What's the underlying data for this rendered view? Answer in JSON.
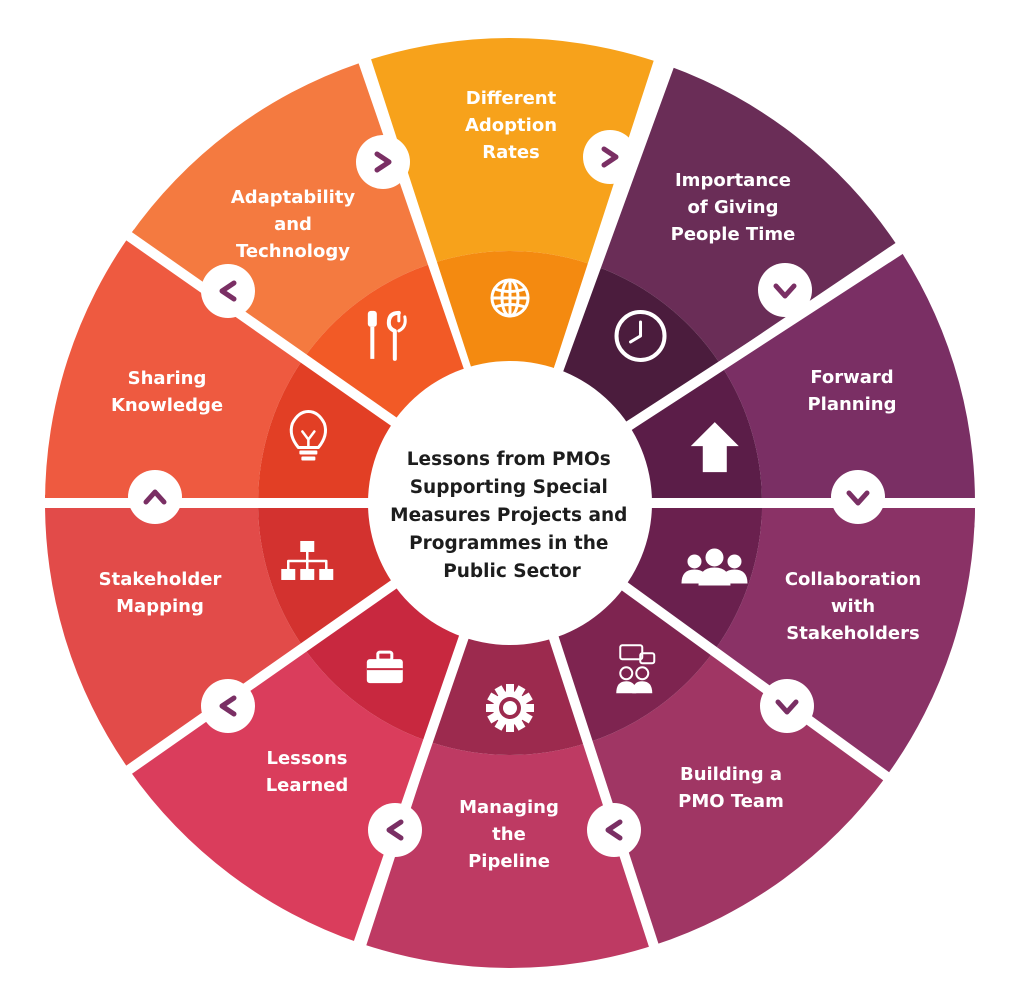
{
  "center": {
    "lines": [
      "Lessons from PMOs",
      "Supporting Special",
      "Measures Projects and",
      "Programmes in the",
      "Public Sector"
    ]
  },
  "segments": [
    {
      "id": "different-adoption-rates",
      "lines": [
        "Different",
        "Adoption",
        "Rates"
      ],
      "color": "#F7A21B",
      "inner_color": "#F48A10",
      "icon": "globe-icon"
    },
    {
      "id": "importance-of-giving-people-time",
      "lines": [
        "Importance",
        "of Giving",
        "People Time"
      ],
      "color": "#6A2D57",
      "inner_color": "#4B1C3D",
      "icon": "clock-icon"
    },
    {
      "id": "forward-planning",
      "lines": [
        "Forward",
        "Planning"
      ],
      "color": "#7A2F64",
      "inner_color": "#5B1D48",
      "icon": "up-arrow-icon"
    },
    {
      "id": "collaboration-with-stakeholders",
      "lines": [
        "Collaboration",
        "with",
        "Stakeholders"
      ],
      "color": "#8A3266",
      "inner_color": "#6A204E",
      "icon": "group-icon"
    },
    {
      "id": "building-a-pmo-team",
      "lines": [
        "Building a",
        "PMO Team"
      ],
      "color": "#A03664",
      "inner_color": "#7E2450",
      "icon": "chat-people-icon"
    },
    {
      "id": "managing-the-pipeline",
      "lines": [
        "Managing",
        "the",
        "Pipeline"
      ],
      "color": "#BE3A63",
      "inner_color": "#9C2A4E",
      "icon": "gear-icon"
    },
    {
      "id": "lessons-learned",
      "lines": [
        "Lessons",
        "Learned"
      ],
      "color": "#DA3D5C",
      "inner_color": "#C8283F",
      "icon": "briefcase-icon"
    },
    {
      "id": "stakeholder-mapping",
      "lines": [
        "Stakeholder",
        "Mapping"
      ],
      "color": "#E24B49",
      "inner_color": "#D3322F",
      "icon": "org-chart-icon"
    },
    {
      "id": "sharing-knowledge",
      "lines": [
        "Sharing",
        "Knowledge"
      ],
      "color": "#EE5A40",
      "inner_color": "#E23F25",
      "icon": "lightbulb-icon"
    },
    {
      "id": "adaptability-and-technology",
      "lines": [
        "Adaptability",
        "and",
        "Technology"
      ],
      "color": "#F47A40",
      "inner_color": "#F25A26",
      "icon": "tools-icon"
    }
  ]
}
